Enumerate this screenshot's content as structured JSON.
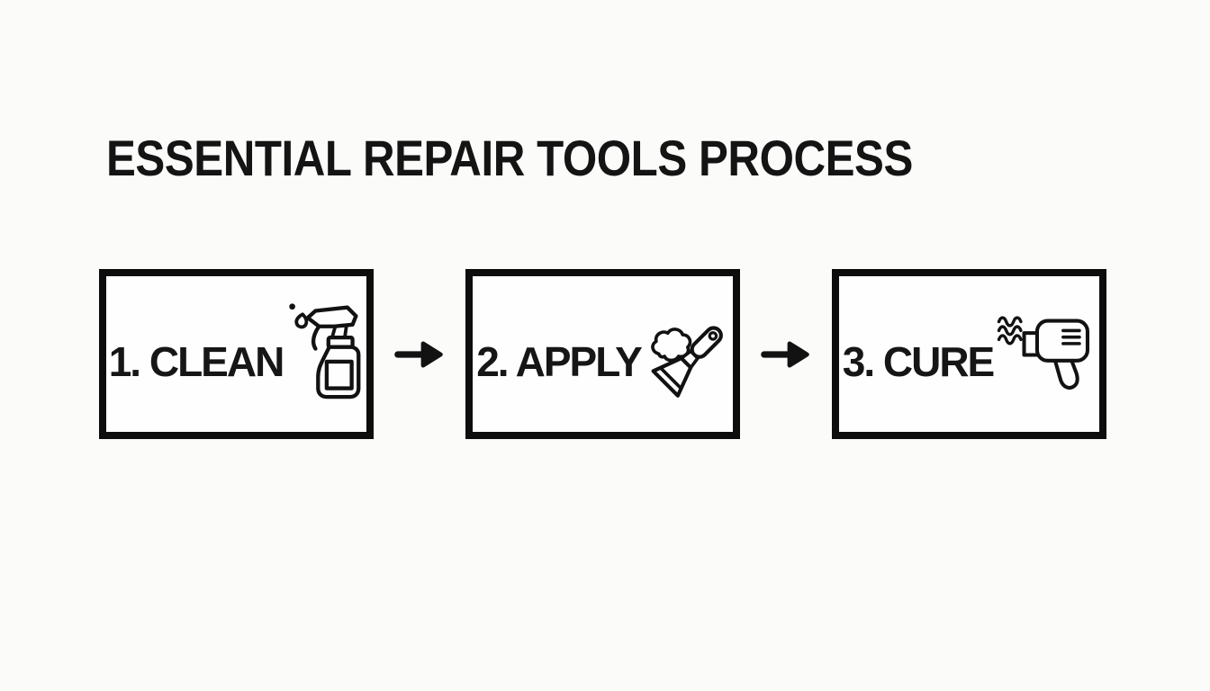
{
  "title": "ESSENTIAL REPAIR TOOLS PROCESS",
  "steps": [
    {
      "label": "1. CLEAN",
      "icon": "spray-bottle-icon"
    },
    {
      "label": "2. APPLY",
      "icon": "putty-knife-icon"
    },
    {
      "label": "3. CURE",
      "icon": "heat-gun-icon"
    }
  ],
  "connectors": [
    {
      "icon": "arrow-right-icon",
      "direction": "right"
    },
    {
      "icon": "arrow-right-icon",
      "direction": "right"
    }
  ],
  "colors": {
    "background": "#fbfbfa",
    "ink": "#121212",
    "box_border": "#0d0d0d",
    "box_background": "#fefefe"
  }
}
